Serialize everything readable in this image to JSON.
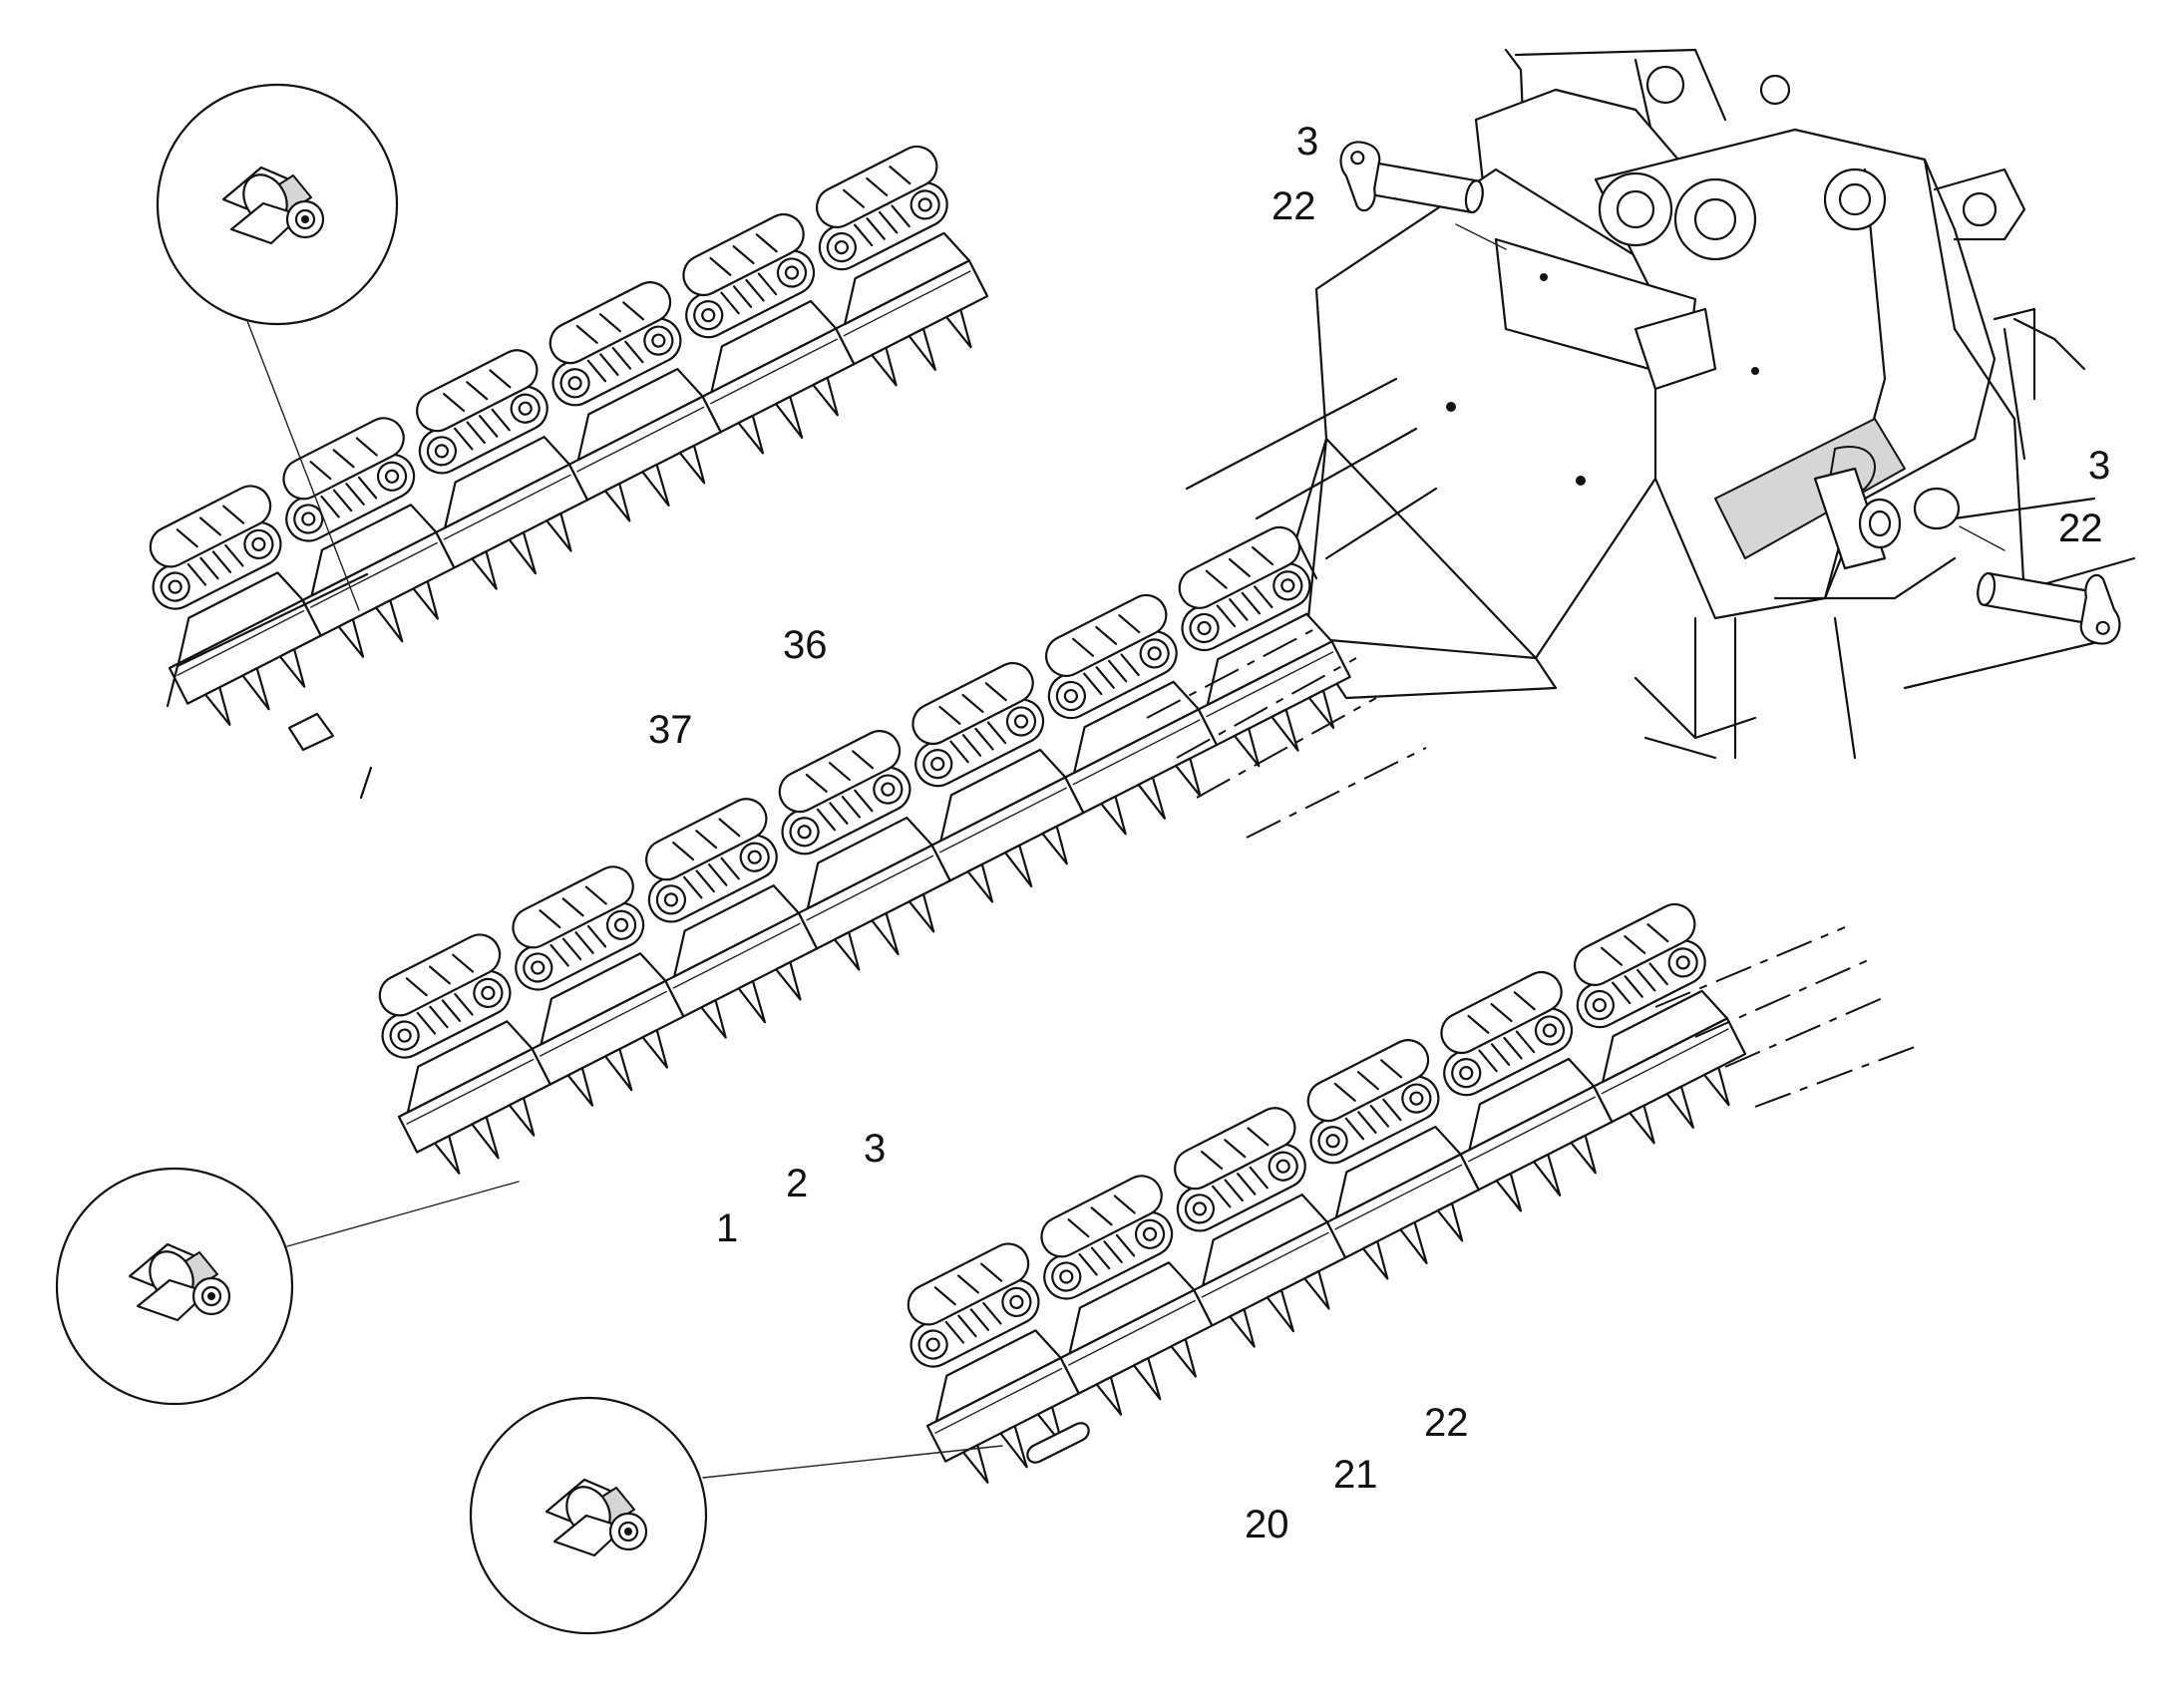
{
  "callouts": {
    "frame_pin_left": {
      "part": "3",
      "qty": "22"
    },
    "frame_pin_right": {
      "part": "3",
      "qty": "22"
    },
    "chain_top": [
      "36",
      "37"
    ],
    "chain_middle": [
      "1",
      "2",
      "3"
    ],
    "chain_bottom": [
      "20",
      "21",
      "22"
    ]
  },
  "colors": {
    "ink": "#111111",
    "paper": "#ffffff",
    "shade": "#d6d6d6"
  },
  "icons": [
    "connector-detail-icon",
    "connector-detail-icon",
    "connector-detail-icon",
    "pin-icon",
    "pin-icon"
  ]
}
